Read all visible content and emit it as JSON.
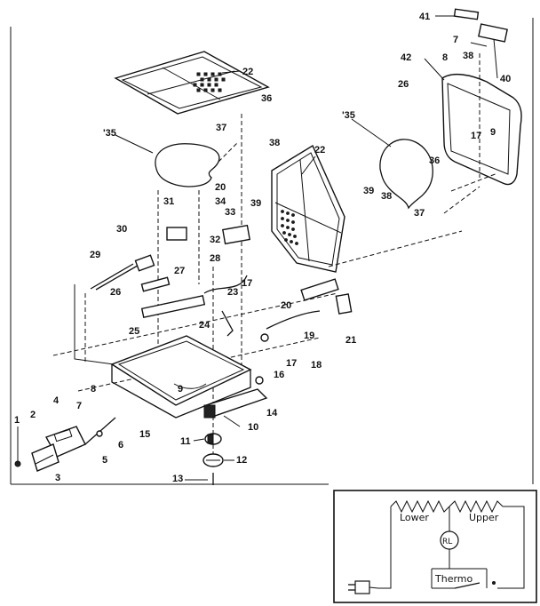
{
  "callouts": {
    "c1": "1",
    "c2": "2",
    "c3": "3",
    "c4": "4",
    "c5": "5",
    "c6": "6",
    "c7a": "7",
    "c7b": "7",
    "c8a": "8",
    "c8b": "8",
    "c9a": "9",
    "c9b": "9",
    "c10": "10",
    "c11": "11",
    "c12": "12",
    "c13": "13",
    "c14": "14",
    "c15": "15",
    "c16": "16",
    "c17a": "17",
    "c17b": "17",
    "c17c": "17",
    "c18": "18",
    "c19": "19",
    "c20a": "20",
    "c20b": "20",
    "c21": "21",
    "c22a": "22",
    "c22b": "22",
    "c23": "23",
    "c24": "24",
    "c25": "25",
    "c26a": "26",
    "c26b": "26",
    "c27": "27",
    "c28": "28",
    "c29": "29",
    "c30": "30",
    "c31": "31",
    "c32": "32",
    "c33": "33",
    "c34": "34",
    "c35a": "'35",
    "c35b": "'35",
    "c36a": "36",
    "c36b": "36",
    "c37a": "37",
    "c37b": "37",
    "c38a": "38",
    "c38b": "38",
    "c38c": "38",
    "c39a": "39",
    "c39b": "39",
    "c40": "40",
    "c41": "41",
    "c42": "42"
  },
  "schematic": {
    "lower": "Lower",
    "upper": "Upper",
    "motor": "RL",
    "thermo": "Thermo"
  }
}
